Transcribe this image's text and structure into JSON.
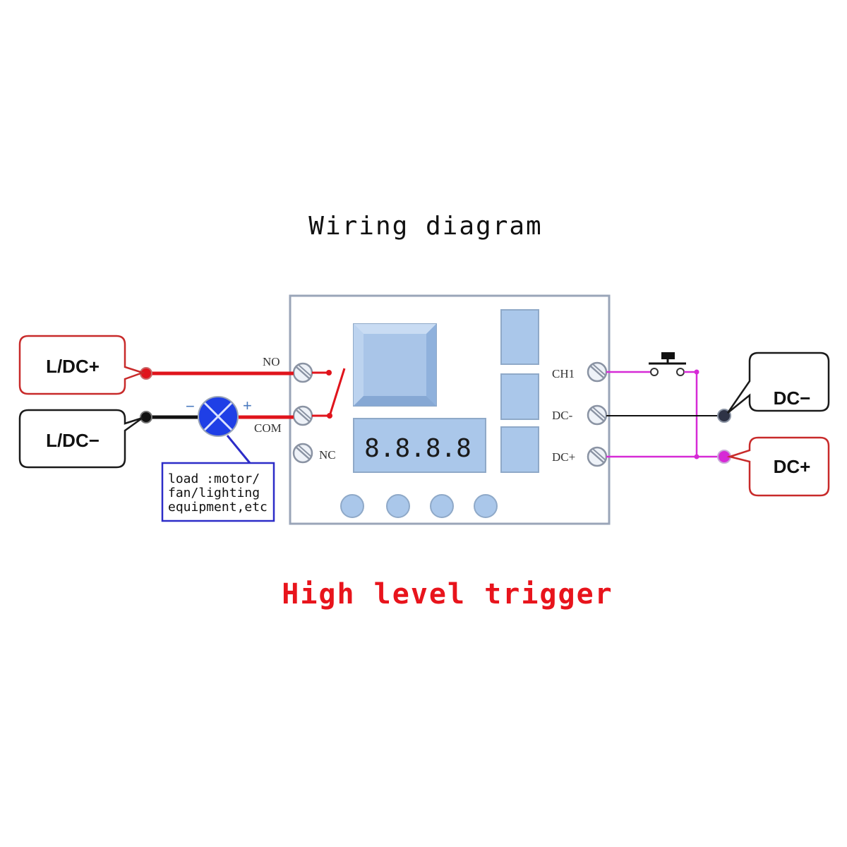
{
  "title": "Wiring diagram",
  "subtitle": "High level trigger",
  "labels": {
    "ldc_plus": "L/DC+",
    "ldc_minus": "L/DC−",
    "dc_minus": "DC−",
    "dc_plus": "DC+"
  },
  "terminals": {
    "no": "NO",
    "com": "COM",
    "nc": "NC",
    "ch1": "CH1",
    "dc_minus": "DC-",
    "dc_plus": "DC+"
  },
  "polarity": {
    "minus": "−",
    "plus": "+"
  },
  "load_note": {
    "line1": "load :motor/",
    "line2": "fan/lighting",
    "line3": "equipment,etc"
  },
  "display_text": "8.8.8.8",
  "colors": {
    "title_text": "#111111",
    "subtitle_text": "#e8141c",
    "wire_red": "#e0141c",
    "wire_black": "#111111",
    "wire_magenta": "#d62ad6",
    "callout_red": "#c82a2a",
    "callout_dark": "#1a1a1a",
    "board_fill": "#ffffff",
    "board_stroke": "#9aa5b8",
    "component_fill": "#aac7ea",
    "component_stroke": "#8fa9c8",
    "load_fill": "#1f3fe6",
    "load_note_border": "#2c2cc8"
  }
}
